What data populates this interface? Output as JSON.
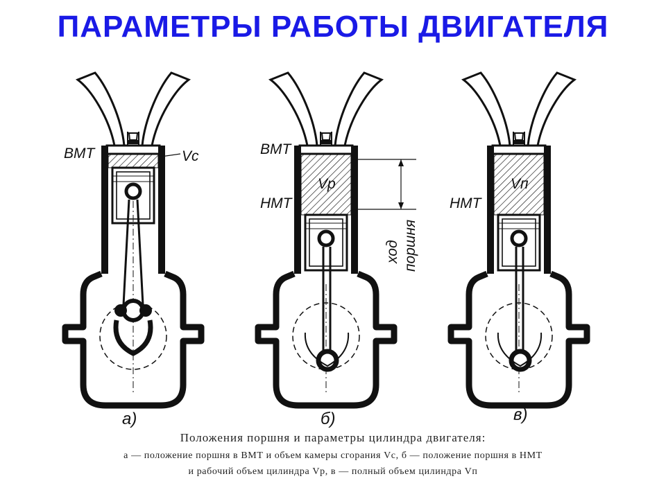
{
  "title": "ПАРАМЕТРЫ РАБОТЫ ДВИГАТЕЛЯ",
  "diagrams": [
    {
      "sublabel": "а)",
      "labels": {
        "vmt": "ВМТ",
        "volume": "Vc"
      }
    },
    {
      "sublabel": "б)",
      "labels": {
        "vmt": "ВМТ",
        "nmt": "НМТ",
        "volume": "Vр",
        "stroke_line1": "ход",
        "stroke_line2": "поршня"
      }
    },
    {
      "sublabel": "в)",
      "labels": {
        "nmt": "НМТ",
        "volume": "Vп"
      }
    }
  ],
  "caption": {
    "line1": "Положения поршня и параметры цилиндра двигателя:",
    "line2": "а — положение поршня в ВМТ и объем камеры сгорания Vc, б — положение поршня в НМТ",
    "line3": "и рабочий объем цилиндра Vр, в — полный объем цилиндра Vп"
  },
  "colors": {
    "title": "#1a1ae6",
    "ink": "#111111"
  }
}
